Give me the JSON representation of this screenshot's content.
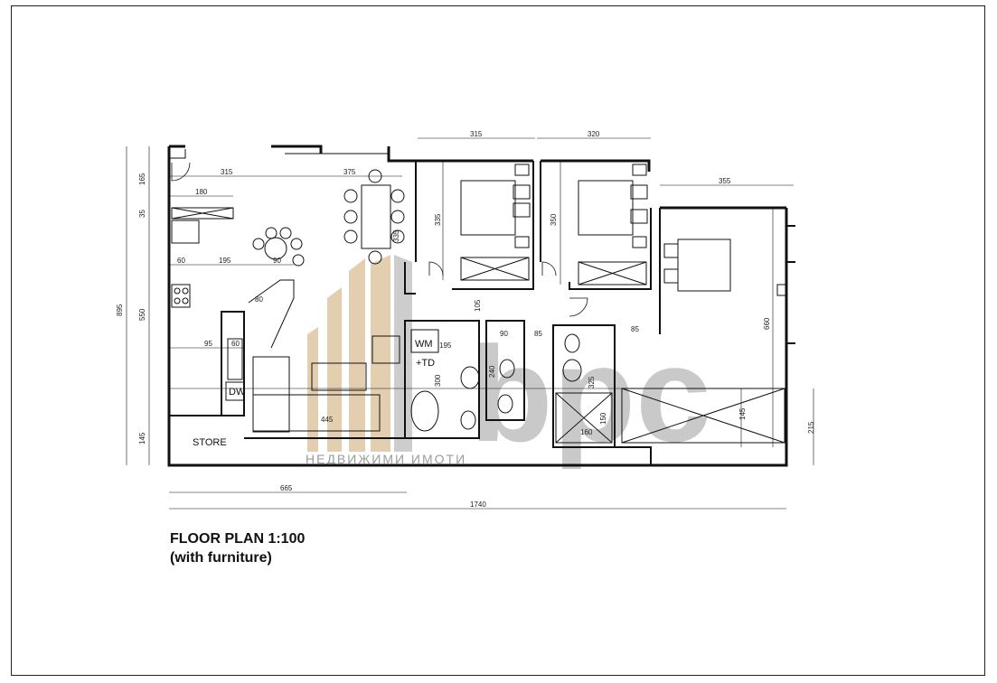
{
  "title": {
    "line1": "FLOOR PLAN 1:100",
    "line2": "(with furniture)"
  },
  "rooms": {
    "store": "STORE",
    "washing_machine": "WM",
    "tumble_dryer": "+TD",
    "dishwasher": "DW"
  },
  "watermark": {
    "brand": "bpc",
    "tagline": "НЕДВИЖИМИ ИМОТИ",
    "colors": {
      "gold": "#c8a063",
      "grey": "#8a8a8a"
    }
  },
  "dimensions": {
    "top_315": "315",
    "top_375": "375",
    "bed1_width": "315",
    "bed2_width": "320",
    "bed3_width": "355",
    "hall_180": "180",
    "left_165": "165",
    "left_35": "35",
    "left_895": "895",
    "left_550": "550",
    "left_145": "145",
    "kit_60": "60",
    "kit_195": "195",
    "kit_90": "90",
    "kit_80": "80",
    "kit_95": "95",
    "kit_60b": "60",
    "table_335": "335",
    "bed1_335": "335",
    "bed2_350": "350",
    "bed3_660": "660",
    "bath_105": "105",
    "bath_195": "195",
    "bath_90": "90",
    "bath_85a": "85",
    "bath_85b": "85",
    "bath_300": "300",
    "bath_240": "240",
    "bath_325": "325",
    "bath_150": "150",
    "bath_160": "160",
    "living_445": "445",
    "balcony_145": "145",
    "right_215": "215",
    "bottom_665": "665",
    "bottom_1740": "1740"
  }
}
